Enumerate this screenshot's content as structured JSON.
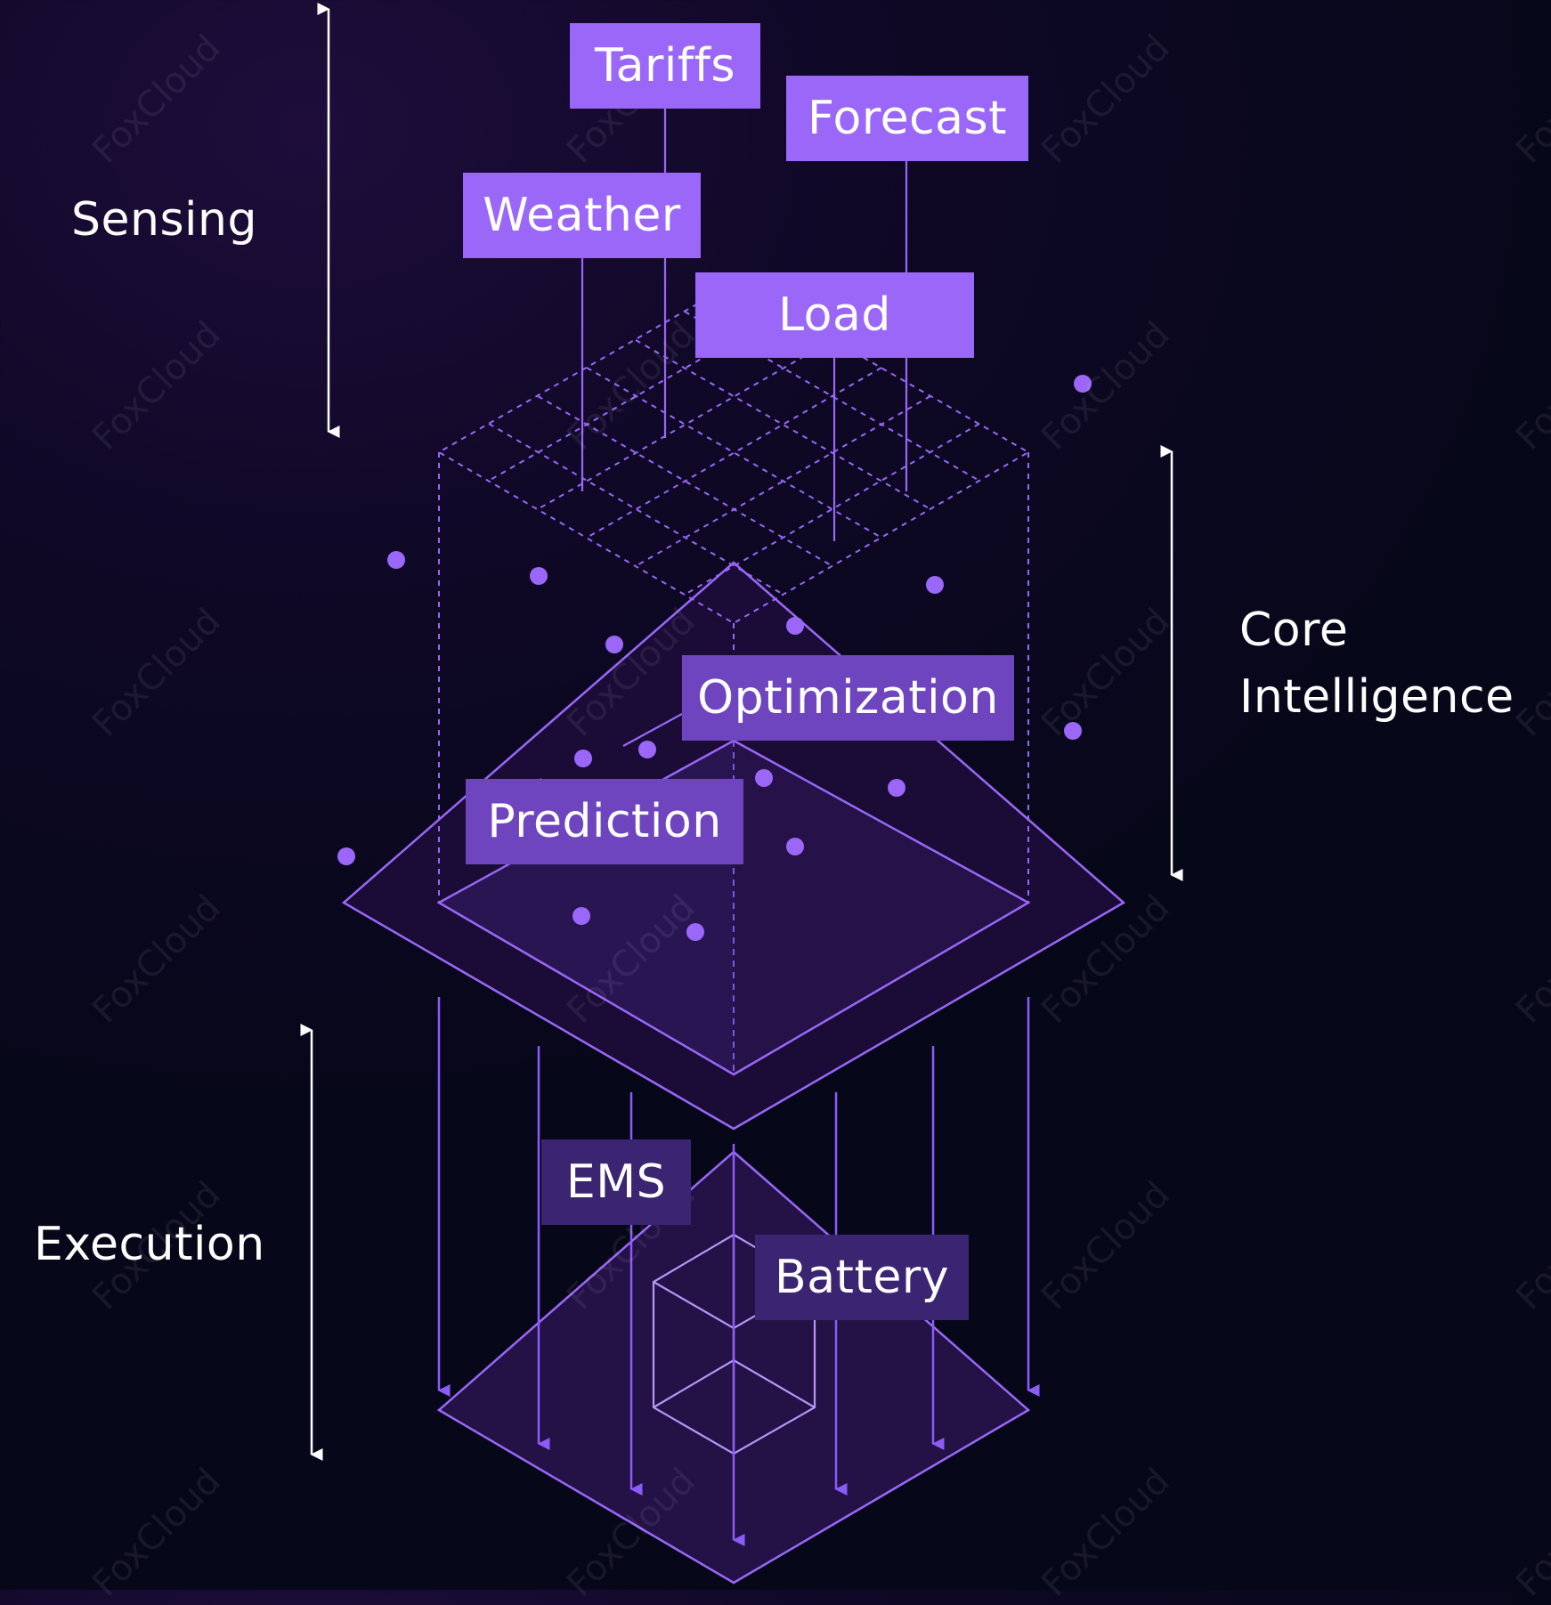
{
  "labels": {
    "sensing": "Sensing",
    "core_line1": "Core",
    "core_line2": "Intelligence",
    "execution": "Execution"
  },
  "boxes": {
    "tariffs": "Tariffs",
    "forecast": "Forecast",
    "weather": "Weather",
    "load": "Load",
    "optimization": "Optimization",
    "prediction": "Prediction",
    "ems": "EMS",
    "battery": "Battery"
  },
  "watermark": "FoxCloud",
  "colors": {
    "background": "#07071a",
    "accent": "#9a67f8",
    "accent_line": "#8b5cf6",
    "box_mid": "#6e45bf",
    "box_dark": "#3b2472",
    "plane_fill": "#241146",
    "text": "#ffffff"
  }
}
